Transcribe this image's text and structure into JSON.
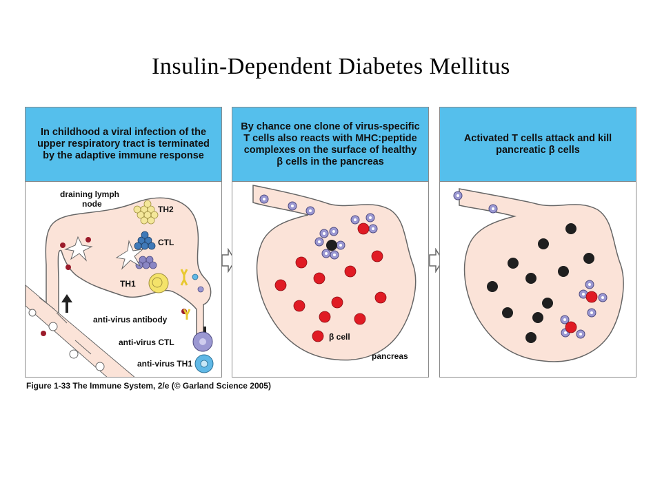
{
  "title": "Insulin-Dependent Diabetes Mellitus",
  "panels": [
    {
      "caption": "In childhood a viral infection of the upper respiratory tract is terminated by the adaptive immune response",
      "labels": {
        "draining_lymph_node_line1": "draining lymph",
        "draining_lymph_node_line2": "node",
        "th2": "TH2",
        "ctl": "CTL",
        "th1": "TH1",
        "anti_virus_antibody": "anti-virus antibody",
        "anti_virus_ctl": "anti-virus CTL",
        "anti_virus_th1": "anti-virus TH1"
      }
    },
    {
      "caption": "By chance one clone of virus-specific T cells also reacts with MHC:peptide complexes on the surface of healthy β cells in the pancreas",
      "labels": {
        "beta_cell": "β cell",
        "pancreas": "pancreas"
      }
    },
    {
      "caption": "Activated T cells attack and kill pancreatic β cells"
    }
  ],
  "figure_credit": "Figure 1-33 The Immune System, 2/e (© Garland Science 2005)",
  "colors": {
    "caption_bg": "#55bfec",
    "tissue": "#fbe3d8",
    "beta_cell": "#e01b24",
    "dead_cell": "#1f1f1f",
    "t_cell": "#9b98d2",
    "th1_cell": "#60b8e6",
    "virus": "#9b1b2a",
    "antibody": "#f2dc5d"
  }
}
